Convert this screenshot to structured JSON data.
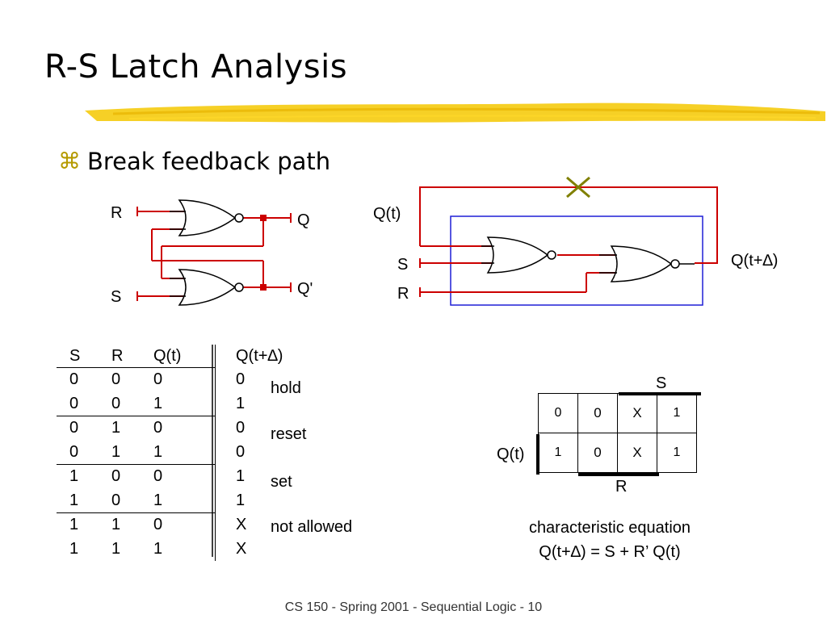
{
  "title": "R-S Latch Analysis",
  "bullet": {
    "icon": "command-key-icon",
    "glyph": "⌘",
    "text": "Break feedback path"
  },
  "latch_diagram": {
    "inputs": [
      "R",
      "S"
    ],
    "outputs": [
      "Q",
      "Q'"
    ]
  },
  "feedback_diagram": {
    "labels": {
      "qt": "Q(t)",
      "s": "S",
      "r": "R",
      "qtd": "Q(t+∆)"
    }
  },
  "truth_table": {
    "headers": [
      "S",
      "R",
      "Q(t)",
      "Q(t+∆)"
    ],
    "rows": [
      [
        "0",
        "0",
        "0",
        "0"
      ],
      [
        "0",
        "0",
        "1",
        "1"
      ],
      [
        "0",
        "1",
        "0",
        "0"
      ],
      [
        "0",
        "1",
        "1",
        "0"
      ],
      [
        "1",
        "0",
        "0",
        "1"
      ],
      [
        "1",
        "0",
        "1",
        "1"
      ],
      [
        "1",
        "1",
        "0",
        "X"
      ],
      [
        "1",
        "1",
        "1",
        "X"
      ]
    ],
    "categories": [
      "hold",
      "reset",
      "set",
      "not allowed"
    ]
  },
  "kmap": {
    "top_label": "S",
    "side_label": "Q(t)",
    "bottom_label": "R",
    "rows": [
      [
        "0",
        "0",
        "X",
        "1"
      ],
      [
        "1",
        "0",
        "X",
        "1"
      ]
    ]
  },
  "equation": {
    "label": "characteristic equation",
    "formula": "Q(t+∆) = S + R’ Q(t)"
  },
  "footer": "CS 150 - Spring  2001 - Sequential Logic - 10",
  "colors": {
    "wire": "#cc0000",
    "box": "#1f1fd6",
    "cross": "#808000",
    "highlight": "#f5c800"
  }
}
